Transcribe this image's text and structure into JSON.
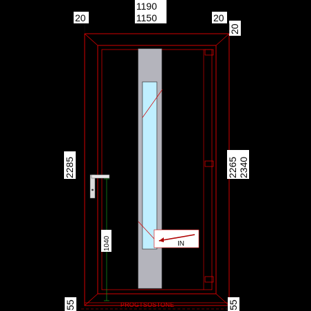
{
  "dimensions": {
    "top_total": "1190",
    "top_inner": "1150",
    "top_left_margin": "20",
    "top_right_margin": "20",
    "top_right_vertical_margin": "20",
    "left_height": "2285",
    "right_height_inner": "2265",
    "right_height_total": "2340",
    "handle_height": "1040",
    "bottom_left": "55",
    "bottom_right": "55"
  },
  "labels": {
    "direction": "IN",
    "threshold": "PROGTSOSTONE"
  },
  "colors": {
    "background": "#000000",
    "frame": "#d40000",
    "glass_panel": "#b4b4bc",
    "glazing": "#bfefff",
    "dimension_line": "#1a8a1a",
    "label_box": "#ffffff",
    "text": "#000000"
  }
}
